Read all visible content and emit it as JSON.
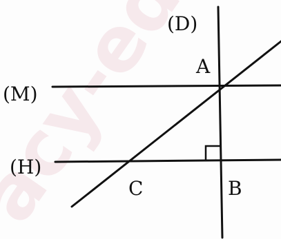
{
  "figure": {
    "line_labels": {
      "D": "(D)",
      "M": "(M)",
      "H": "(H)"
    },
    "point_labels": {
      "A": "A",
      "B": "B",
      "C": "C"
    },
    "watermark": "acy-edu",
    "colors": {
      "ink": "#111111",
      "watermark": "#f2d9df",
      "background": "#fdfdfd"
    }
  }
}
